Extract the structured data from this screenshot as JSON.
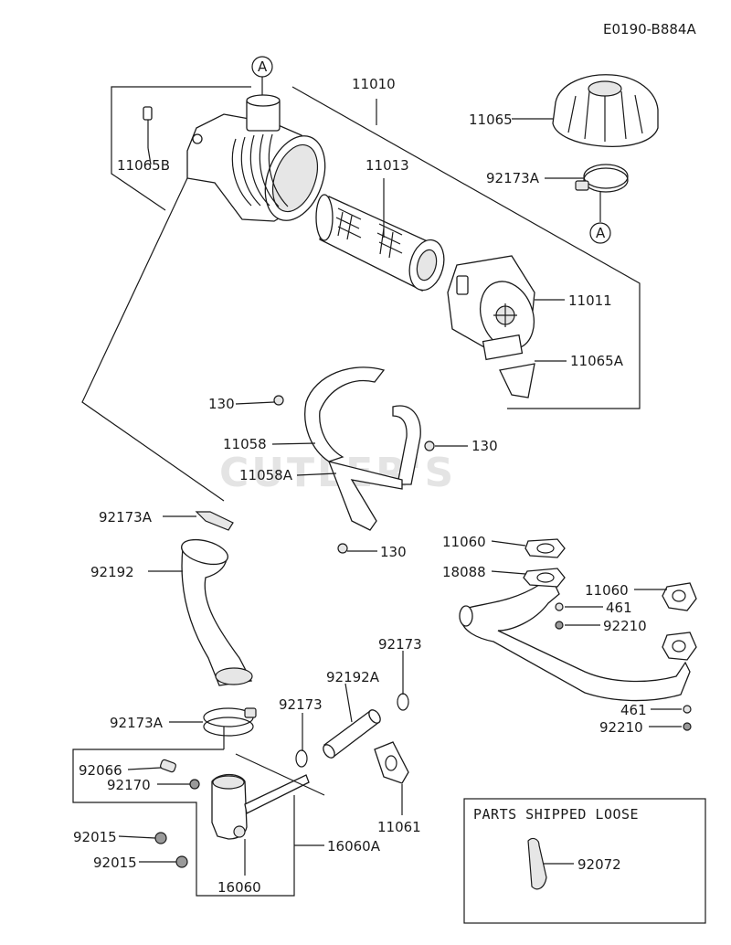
{
  "diagram_code": "E0190-B884A",
  "watermark": "CUTLER'S",
  "ref_marker": "A",
  "loose_box_title": "PARTS SHIPPED LOOSE",
  "labels": {
    "p11010": "11010",
    "p11065": "11065",
    "p11065B": "11065B",
    "p11013": "11013",
    "p92173A_top": "92173A",
    "p11011": "11011",
    "p11065A": "11065A",
    "p130_a": "130",
    "p11058": "11058",
    "p130_b": "130",
    "p11058A": "11058A",
    "p130_c": "130",
    "p92173A_mid": "92173A",
    "p92192": "92192",
    "p11060_a": "11060",
    "p18088": "18088",
    "p11060_b": "11060",
    "p461_a": "461",
    "p92210_a": "92210",
    "p92173_a": "92173",
    "p92192A": "92192A",
    "p92173_b": "92173",
    "p92173A_low": "92173A",
    "p461_b": "461",
    "p92210_b": "92210",
    "p92066": "92066",
    "p92170": "92170",
    "p11061": "11061",
    "p92015_a": "92015",
    "p92015_b": "92015",
    "p16060A": "16060A",
    "p16060": "16060",
    "p92072": "92072"
  }
}
